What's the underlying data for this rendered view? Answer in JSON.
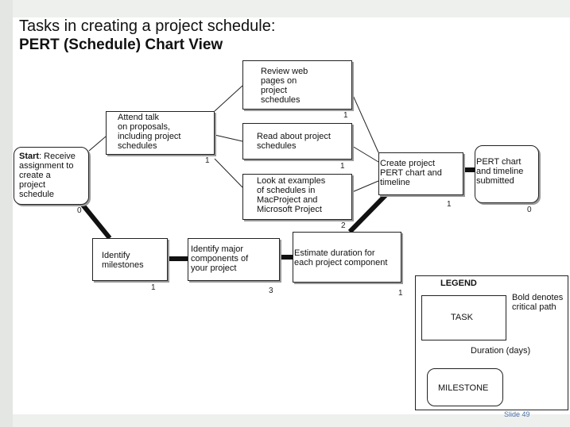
{
  "title_line1": "Tasks in creating a project schedule:",
  "title_line2": "PERT (Schedule) Chart View",
  "nodes": {
    "start_bold": "Start",
    "start_rest": ": Receive\nassignment to\ncreate a\nproject\nschedule",
    "review": "Review web\npages on\nproject\nschedules",
    "attend": "Attend talk\non proposals,\nincluding project\nschedules",
    "read": "Read about project\nschedules",
    "look": "Look at examples\nof schedules in\nMacProject and\nMicrosoft Project",
    "create": "Create project\nPERT chart and\ntimeline",
    "pert_submitted": "PERT chart\nand timeline\nsubmitted",
    "milestones": "Identify\nmilestones",
    "components": "Identify major\ncomponents of\nyour project",
    "estimate": "Estimate duration for\neach project component"
  },
  "durations": {
    "start": "0",
    "review": "1",
    "attend": "1",
    "read": "1",
    "look": "2",
    "create": "1",
    "pert_submitted": "0",
    "milestones": "1",
    "components": "3",
    "estimate": "1"
  },
  "legend": {
    "title": "LEGEND",
    "task": "TASK",
    "critical_path": "Bold denotes\ncritical path",
    "duration": "Duration (days)",
    "milestone": "MILESTONE"
  },
  "slide_number": "Slide 49"
}
